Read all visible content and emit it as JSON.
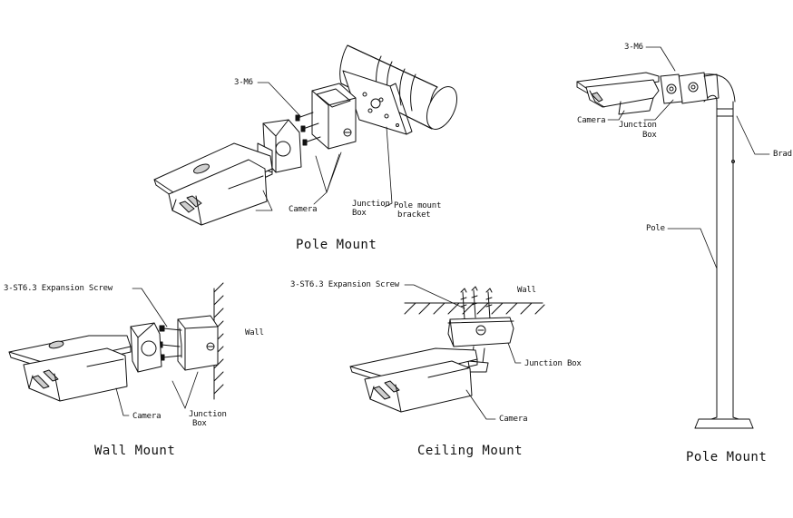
{
  "colors": {
    "ink": "#111111",
    "background": "#ffffff",
    "shade": "#cfcfcf"
  },
  "pole_mount_1": {
    "title": "Pole Mount",
    "labels": {
      "screws": "3-M6",
      "camera": "Camera",
      "junction_1": "Junction",
      "junction_2": "Box",
      "bracket_1": "Pole mount",
      "bracket_2": "bracket"
    }
  },
  "pole_mount_2": {
    "title": "Pole Mount",
    "labels": {
      "screws": "3-M6",
      "camera": "Camera",
      "junction_1": "Junction",
      "junction_2": "Box",
      "brad": "Brad",
      "pole": "Pole"
    }
  },
  "wall_mount": {
    "title": "Wall Mount",
    "labels": {
      "screws": "3-ST6.3 Expansion Screw",
      "wall": "Wall",
      "camera": "Camera",
      "junction_1": "Junction",
      "junction_2": "Box"
    }
  },
  "ceiling_mount": {
    "title": "Ceiling Mount",
    "labels": {
      "screws": "3-ST6.3 Expansion Screw",
      "wall": "Wall",
      "junction": "Junction Box",
      "camera": "Camera"
    }
  }
}
